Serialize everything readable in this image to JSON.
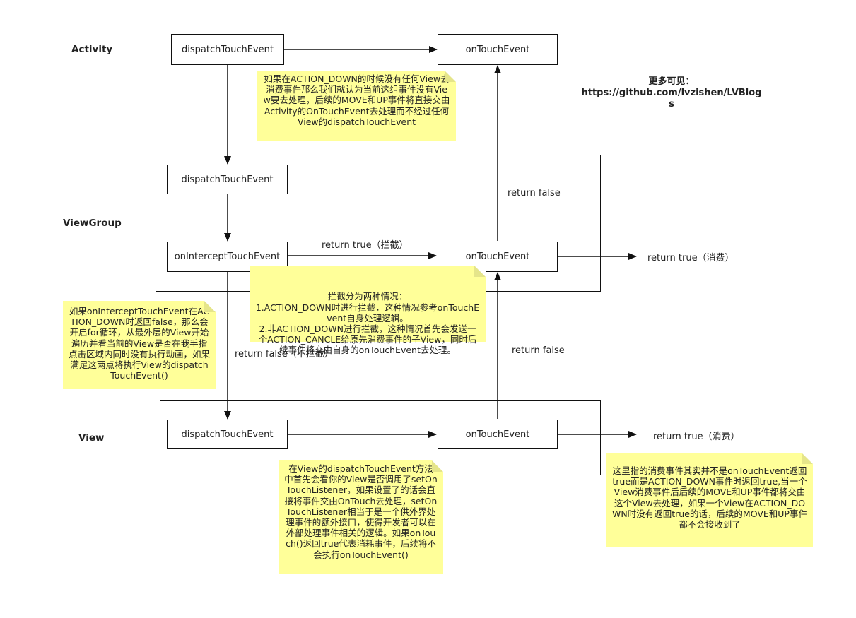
{
  "lanes": {
    "activity": "Activity",
    "viewgroup": "ViewGroup",
    "view": "View"
  },
  "boxes": {
    "activity_dispatch": "dispatchTouchEvent",
    "activity_ontouch": "onTouchEvent",
    "vg_dispatch": "dispatchTouchEvent",
    "vg_intercept": "onInterceptTouchEvent",
    "vg_ontouch": "onTouchEvent",
    "view_dispatch": "dispatchTouchEvent",
    "view_ontouch": "onTouchEvent"
  },
  "edge_labels": {
    "vg_return_false": "return false",
    "intercept_true": "return true（拦截）",
    "vg_return_true": "return true（消费）",
    "intercept_false": "return false（不拦截）",
    "view_return_false": "return false",
    "view_return_true": "return true（消费）"
  },
  "reference": {
    "title": "更多可见：",
    "url": "https://github.com/lvzishen/LVBlogs"
  },
  "notes": {
    "activity_note": "如果在ACTION_DOWN的时候没有任何View去消费事件那么我们就认为当前这组事件没有View要去处理，后续的MOVE和UP事件将直接交由Activity的OnTouchEvent去处理而不经过任何View的dispatchTouchEvent",
    "intercept_note": "拦截分为两种情况：\n1.ACTION_DOWN时进行拦截，这种情况参考onTouchEvent自身处理逻辑。\n2.非ACTION_DOWN进行拦截，这种情况首先会发送一个ACTION_CANCLE给原先消费事件的子View，同时后续事件将交由自身的onTouchEvent去处理。",
    "left_note": "如果onInterceptTouchEvent在ACTION_DOWN时返回false，那么会开启for循环，从最外层的View开始遍历并看当前的View是否在我手指点击区域内同时没有执行动画，如果满足这两点将执行View的dispatchTouchEvent()",
    "view_note": "在View的dispatchTouchEvent方法中首先会看你的View是否调用了setOnTouchListener，如果设置了的话会直接将事件交由OnTouch去处理，setOnTouchListener相当于是一个供外界处理事件的额外接口，使得开发者可以在外部处理事件相关的逻辑。如果onTouch()返回true代表消耗事件，后续将不会执行onTouchEvent()",
    "right_note": "这里指的消费事件其实并不是onTouchEvent返回true而是ACTION_DOWN事件时返回true,当一个View消费事件后后续的MOVE和UP事件都将交由这个View去处理，如果一个View在ACTION_DOWN时没有返回true的话，后续的MOVE和UP事件都不会接收到了"
  },
  "colors": {
    "note_fill": "#ffff99",
    "line": "#111111"
  }
}
